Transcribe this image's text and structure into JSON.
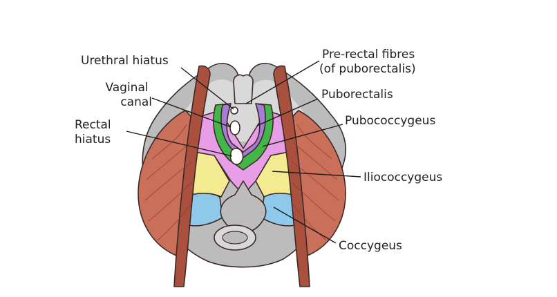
{
  "diagram": {
    "labels": {
      "urethral_hiatus": "Urethral hiatus",
      "vaginal_canal": [
        "Vaginal",
        "canal"
      ],
      "rectal_hiatus": [
        "Rectal",
        "hiatus"
      ],
      "pre_rectal_fibres": [
        "Pre-rectal fibres",
        "(of puborectalis)"
      ],
      "puborectalis": "Puborectalis",
      "pubococcygeus": "Pubococcygeus",
      "iliococcygeus": "Iliococcygeus",
      "coccygeus": "Coccygeus"
    },
    "colors": {
      "muscle": "#c96f5a",
      "muscle_dark": "#a9503f",
      "bone": "#bcbcbc",
      "bone_light": "#d9d9d9",
      "pre_rectal": "#a77cd6",
      "puborectalis": "#43b649",
      "pubococcygeus": "#e79ee6",
      "iliococcygeus": "#f3ea92",
      "coccygeus": "#8ec9ec"
    }
  }
}
